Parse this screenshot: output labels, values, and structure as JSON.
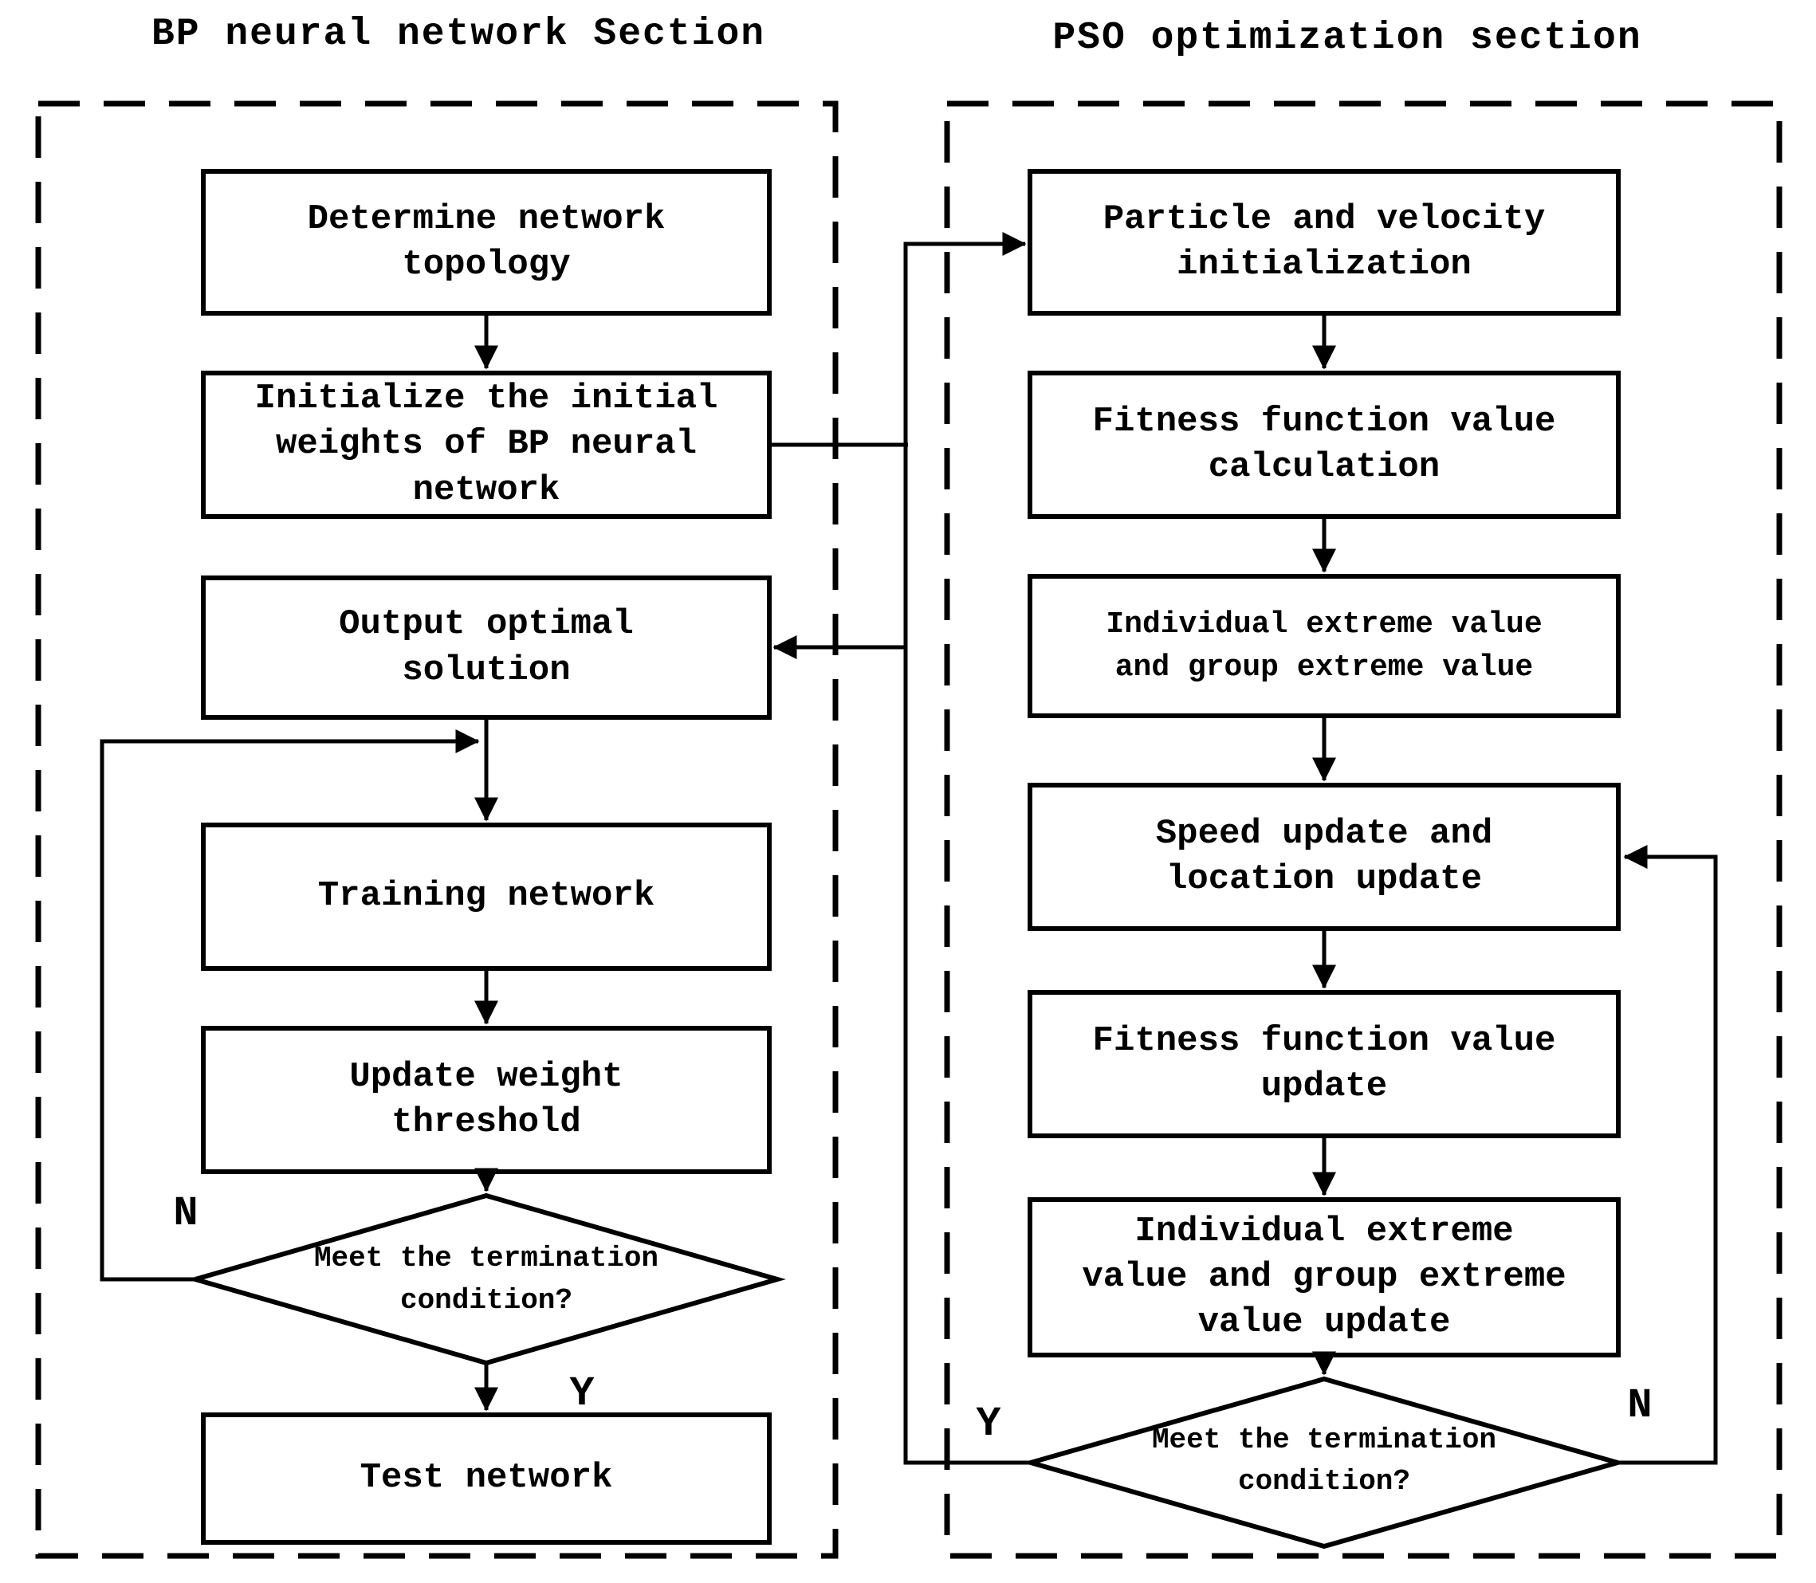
{
  "diagram": {
    "type": "flowchart",
    "colors": {
      "line": "#000000",
      "background": "#ffffff",
      "text": "#000000"
    },
    "sections": [
      {
        "id": "bp",
        "title": "BP neural network Section",
        "nodes": [
          {
            "id": "bp-determine-topology",
            "shape": "rect",
            "label": "Determine network\ntopology"
          },
          {
            "id": "bp-initialize-weights",
            "shape": "rect",
            "label": "Initialize the initial\nweights of BP neural\nnetwork"
          },
          {
            "id": "bp-output-optimal",
            "shape": "rect",
            "label": "Output optimal\nsolution"
          },
          {
            "id": "bp-training-network",
            "shape": "rect",
            "label": "Training network"
          },
          {
            "id": "bp-update-weight",
            "shape": "rect",
            "label": "Update weight\nthreshold"
          },
          {
            "id": "bp-termination-decision",
            "shape": "diamond",
            "label": "Meet the termination\ncondition?"
          },
          {
            "id": "bp-test-network",
            "shape": "rect",
            "label": "Test network"
          }
        ],
        "branch_labels": {
          "no": "N",
          "yes": "Y"
        }
      },
      {
        "id": "pso",
        "title": "PSO optimization section",
        "nodes": [
          {
            "id": "pso-particle-init",
            "shape": "rect",
            "label": "Particle and velocity\ninitialization"
          },
          {
            "id": "pso-fitness-calc",
            "shape": "rect",
            "label": "Fitness function value\ncalculation"
          },
          {
            "id": "pso-extreme-values",
            "shape": "rect",
            "label": "Individual extreme value\nand group extreme value"
          },
          {
            "id": "pso-speed-location",
            "shape": "rect",
            "label": "Speed update and\nlocation update"
          },
          {
            "id": "pso-fitness-update",
            "shape": "rect",
            "label": "Fitness function value\nupdate"
          },
          {
            "id": "pso-extreme-update",
            "shape": "rect",
            "label": "Individual extreme\nvalue and group extreme\nvalue update"
          },
          {
            "id": "pso-termination-decision",
            "shape": "diamond",
            "label": "Meet the termination\ncondition?"
          }
        ],
        "branch_labels": {
          "yes": "Y",
          "no": "N"
        }
      }
    ]
  }
}
